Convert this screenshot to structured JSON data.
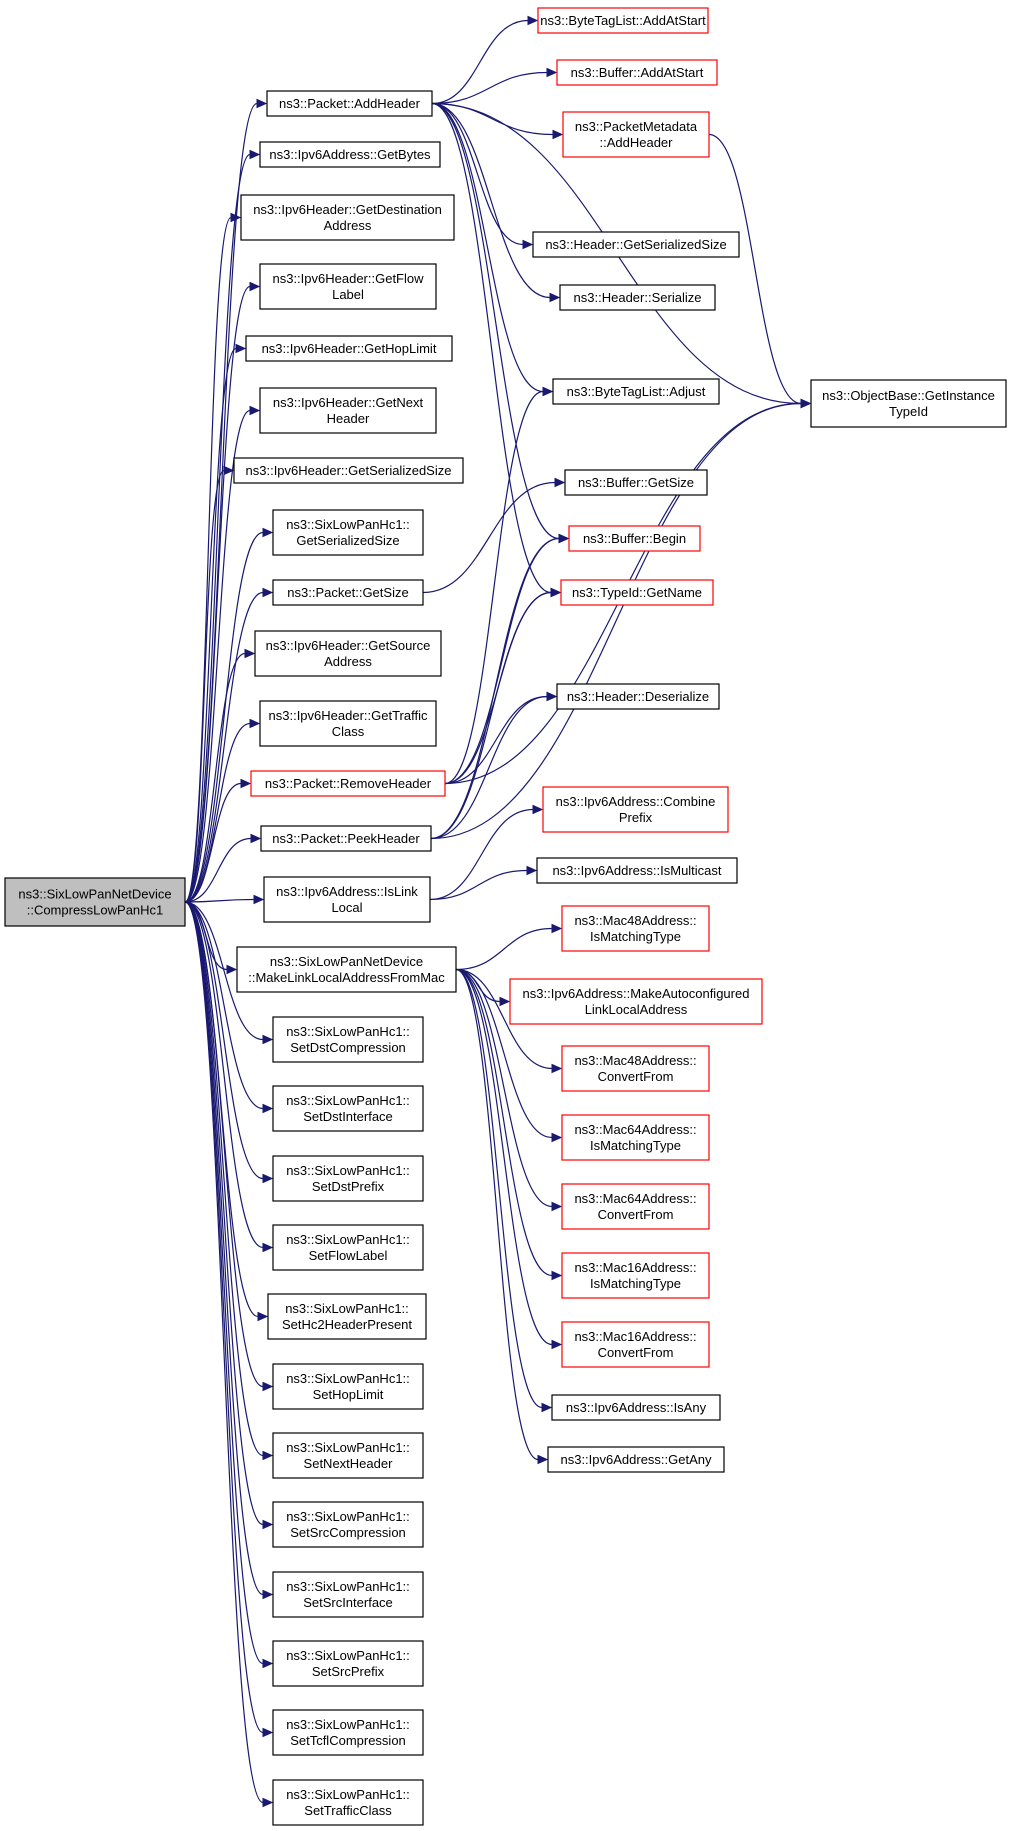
{
  "nodes": [
    {
      "id": "root",
      "lines": [
        "ns3::SixLowPanNetDevice",
        "::CompressLowPanHc1"
      ],
      "style": "root",
      "link": false
    },
    {
      "id": "addHeader",
      "lines": [
        "ns3::Packet::AddHeader"
      ],
      "style": "black",
      "link": true
    },
    {
      "id": "getBytes",
      "lines": [
        "ns3::Ipv6Address::GetBytes"
      ],
      "style": "black",
      "link": true
    },
    {
      "id": "getDest",
      "lines": [
        "ns3::Ipv6Header::GetDestination",
        "Address"
      ],
      "style": "black",
      "link": true
    },
    {
      "id": "getFlow",
      "lines": [
        "ns3::Ipv6Header::GetFlow",
        "Label"
      ],
      "style": "black",
      "link": true
    },
    {
      "id": "getHop",
      "lines": [
        "ns3::Ipv6Header::GetHopLimit"
      ],
      "style": "black",
      "link": true
    },
    {
      "id": "getNext",
      "lines": [
        "ns3::Ipv6Header::GetNext",
        "Header"
      ],
      "style": "black",
      "link": true
    },
    {
      "id": "getSerIpv6",
      "lines": [
        "ns3::Ipv6Header::GetSerializedSize"
      ],
      "style": "black",
      "link": true
    },
    {
      "id": "getSerHc1",
      "lines": [
        "ns3::SixLowPanHc1::",
        "GetSerializedSize"
      ],
      "style": "black",
      "link": true
    },
    {
      "id": "pktGetSize",
      "lines": [
        "ns3::Packet::GetSize"
      ],
      "style": "black",
      "link": true
    },
    {
      "id": "getSrc",
      "lines": [
        "ns3::Ipv6Header::GetSource",
        "Address"
      ],
      "style": "black",
      "link": true
    },
    {
      "id": "getTraffic",
      "lines": [
        "ns3::Ipv6Header::GetTraffic",
        "Class"
      ],
      "style": "black",
      "link": true
    },
    {
      "id": "removeHeader",
      "lines": [
        "ns3::Packet::RemoveHeader"
      ],
      "style": "red",
      "link": true
    },
    {
      "id": "peekHeader",
      "lines": [
        "ns3::Packet::PeekHeader"
      ],
      "style": "black",
      "link": true
    },
    {
      "id": "isLinkLocal",
      "lines": [
        "ns3::Ipv6Address::IsLink",
        "Local"
      ],
      "style": "black",
      "link": true
    },
    {
      "id": "makeLL",
      "lines": [
        "ns3::SixLowPanNetDevice",
        "::MakeLinkLocalAddressFromMac"
      ],
      "style": "black",
      "link": true
    },
    {
      "id": "setDstComp",
      "lines": [
        "ns3::SixLowPanHc1::",
        "SetDstCompression"
      ],
      "style": "black",
      "link": true
    },
    {
      "id": "setDstIf",
      "lines": [
        "ns3::SixLowPanHc1::",
        "SetDstInterface"
      ],
      "style": "black",
      "link": true
    },
    {
      "id": "setDstPre",
      "lines": [
        "ns3::SixLowPanHc1::",
        "SetDstPrefix"
      ],
      "style": "black",
      "link": true
    },
    {
      "id": "setFlow",
      "lines": [
        "ns3::SixLowPanHc1::",
        "SetFlowLabel"
      ],
      "style": "black",
      "link": true
    },
    {
      "id": "setHc2",
      "lines": [
        "ns3::SixLowPanHc1::",
        "SetHc2HeaderPresent"
      ],
      "style": "black",
      "link": true
    },
    {
      "id": "setHop",
      "lines": [
        "ns3::SixLowPanHc1::",
        "SetHopLimit"
      ],
      "style": "black",
      "link": true
    },
    {
      "id": "setNext",
      "lines": [
        "ns3::SixLowPanHc1::",
        "SetNextHeader"
      ],
      "style": "black",
      "link": true
    },
    {
      "id": "setSrcComp",
      "lines": [
        "ns3::SixLowPanHc1::",
        "SetSrcCompression"
      ],
      "style": "black",
      "link": true
    },
    {
      "id": "setSrcIf",
      "lines": [
        "ns3::SixLowPanHc1::",
        "SetSrcInterface"
      ],
      "style": "black",
      "link": true
    },
    {
      "id": "setSrcPre",
      "lines": [
        "ns3::SixLowPanHc1::",
        "SetSrcPrefix"
      ],
      "style": "black",
      "link": true
    },
    {
      "id": "setTcfl",
      "lines": [
        "ns3::SixLowPanHc1::",
        "SetTcflCompression"
      ],
      "style": "black",
      "link": true
    },
    {
      "id": "setTraffic",
      "lines": [
        "ns3::SixLowPanHc1::",
        "SetTrafficClass"
      ],
      "style": "black",
      "link": true
    },
    {
      "id": "btlAddAtStart",
      "lines": [
        "ns3::ByteTagList::AddAtStart"
      ],
      "style": "red",
      "link": true
    },
    {
      "id": "bufAddAtStart",
      "lines": [
        "ns3::Buffer::AddAtStart"
      ],
      "style": "red",
      "link": true
    },
    {
      "id": "pmAddHeader",
      "lines": [
        "ns3::PacketMetadata",
        "::AddHeader"
      ],
      "style": "red",
      "link": true
    },
    {
      "id": "hdrGetSer",
      "lines": [
        "ns3::Header::GetSerializedSize"
      ],
      "style": "black",
      "link": true
    },
    {
      "id": "hdrSerialize",
      "lines": [
        "ns3::Header::Serialize"
      ],
      "style": "black",
      "link": true
    },
    {
      "id": "btlAdjust",
      "lines": [
        "ns3::ByteTagList::Adjust"
      ],
      "style": "black",
      "link": true
    },
    {
      "id": "bufGetSize",
      "lines": [
        "ns3::Buffer::GetSize"
      ],
      "style": "black",
      "link": true
    },
    {
      "id": "bufBegin",
      "lines": [
        "ns3::Buffer::Begin"
      ],
      "style": "red",
      "link": true
    },
    {
      "id": "typeIdGetName",
      "lines": [
        "ns3::TypeId::GetName"
      ],
      "style": "red",
      "link": true
    },
    {
      "id": "hdrDeserialize",
      "lines": [
        "ns3::Header::Deserialize"
      ],
      "style": "black",
      "link": true
    },
    {
      "id": "combinePrefix",
      "lines": [
        "ns3::Ipv6Address::Combine",
        "Prefix"
      ],
      "style": "red",
      "link": true
    },
    {
      "id": "isMulticast",
      "lines": [
        "ns3::Ipv6Address::IsMulticast"
      ],
      "style": "black",
      "link": true
    },
    {
      "id": "mac48IsMatch",
      "lines": [
        "ns3::Mac48Address::",
        "IsMatchingType"
      ],
      "style": "red",
      "link": true
    },
    {
      "id": "makeAutoLL",
      "lines": [
        "ns3::Ipv6Address::MakeAutoconfigured",
        "LinkLocalAddress"
      ],
      "style": "red",
      "link": true
    },
    {
      "id": "mac48Conv",
      "lines": [
        "ns3::Mac48Address::",
        "ConvertFrom"
      ],
      "style": "red",
      "link": true
    },
    {
      "id": "mac64IsMatch",
      "lines": [
        "ns3::Mac64Address::",
        "IsMatchingType"
      ],
      "style": "red",
      "link": true
    },
    {
      "id": "mac64Conv",
      "lines": [
        "ns3::Mac64Address::",
        "ConvertFrom"
      ],
      "style": "red",
      "link": true
    },
    {
      "id": "mac16IsMatch",
      "lines": [
        "ns3::Mac16Address::",
        "IsMatchingType"
      ],
      "style": "red",
      "link": true
    },
    {
      "id": "mac16Conv",
      "lines": [
        "ns3::Mac16Address::",
        "ConvertFrom"
      ],
      "style": "red",
      "link": true
    },
    {
      "id": "isAny",
      "lines": [
        "ns3::Ipv6Address::IsAny"
      ],
      "style": "black",
      "link": true
    },
    {
      "id": "getAny",
      "lines": [
        "ns3::Ipv6Address::GetAny"
      ],
      "style": "black",
      "link": true
    },
    {
      "id": "getInstance",
      "lines": [
        "ns3::ObjectBase::GetInstance",
        "TypeId"
      ],
      "style": "black",
      "link": true
    }
  ],
  "edges": [
    [
      "root",
      "addHeader"
    ],
    [
      "root",
      "getBytes"
    ],
    [
      "root",
      "getDest"
    ],
    [
      "root",
      "getFlow"
    ],
    [
      "root",
      "getHop"
    ],
    [
      "root",
      "getNext"
    ],
    [
      "root",
      "getSerIpv6"
    ],
    [
      "root",
      "getSerHc1"
    ],
    [
      "root",
      "pktGetSize"
    ],
    [
      "root",
      "getSrc"
    ],
    [
      "root",
      "getTraffic"
    ],
    [
      "root",
      "removeHeader"
    ],
    [
      "root",
      "peekHeader"
    ],
    [
      "root",
      "isLinkLocal"
    ],
    [
      "root",
      "makeLL"
    ],
    [
      "root",
      "setDstComp"
    ],
    [
      "root",
      "setDstIf"
    ],
    [
      "root",
      "setDstPre"
    ],
    [
      "root",
      "setFlow"
    ],
    [
      "root",
      "setHc2"
    ],
    [
      "root",
      "setHop"
    ],
    [
      "root",
      "setNext"
    ],
    [
      "root",
      "setSrcComp"
    ],
    [
      "root",
      "setSrcIf"
    ],
    [
      "root",
      "setSrcPre"
    ],
    [
      "root",
      "setTcfl"
    ],
    [
      "root",
      "setTraffic"
    ],
    [
      "addHeader",
      "btlAddAtStart"
    ],
    [
      "addHeader",
      "bufAddAtStart"
    ],
    [
      "addHeader",
      "pmAddHeader"
    ],
    [
      "addHeader",
      "getInstance"
    ],
    [
      "addHeader",
      "hdrGetSer"
    ],
    [
      "addHeader",
      "hdrSerialize"
    ],
    [
      "addHeader",
      "btlAdjust"
    ],
    [
      "addHeader",
      "bufBegin"
    ],
    [
      "addHeader",
      "typeIdGetName"
    ],
    [
      "pmAddHeader",
      "getInstance"
    ],
    [
      "pktGetSize",
      "bufGetSize"
    ],
    [
      "removeHeader",
      "btlAdjust"
    ],
    [
      "removeHeader",
      "bufBegin"
    ],
    [
      "removeHeader",
      "typeIdGetName"
    ],
    [
      "removeHeader",
      "hdrDeserialize"
    ],
    [
      "removeHeader",
      "getInstance"
    ],
    [
      "peekHeader",
      "bufBegin"
    ],
    [
      "peekHeader",
      "typeIdGetName"
    ],
    [
      "peekHeader",
      "hdrDeserialize"
    ],
    [
      "peekHeader",
      "getInstance"
    ],
    [
      "isLinkLocal",
      "combinePrefix"
    ],
    [
      "isLinkLocal",
      "isMulticast"
    ],
    [
      "makeLL",
      "mac48IsMatch"
    ],
    [
      "makeLL",
      "makeAutoLL"
    ],
    [
      "makeLL",
      "mac48Conv"
    ],
    [
      "makeLL",
      "mac64IsMatch"
    ],
    [
      "makeLL",
      "mac64Conv"
    ],
    [
      "makeLL",
      "mac16IsMatch"
    ],
    [
      "makeLL",
      "mac16Conv"
    ],
    [
      "makeLL",
      "isAny"
    ],
    [
      "makeLL",
      "getAny"
    ]
  ]
}
